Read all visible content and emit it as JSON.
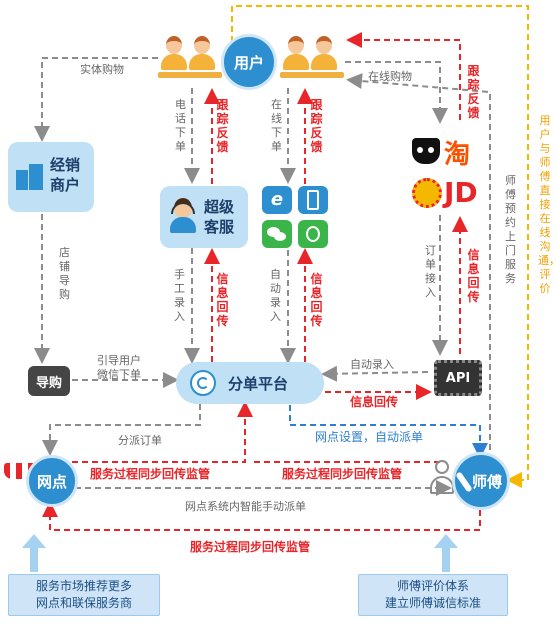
{
  "nodes": {
    "user": "用户",
    "dealer": "经销商户",
    "customer_service": "超级客服",
    "shopping_guide": "导购",
    "platform": "分单平台",
    "api": "API",
    "outlet": "网点",
    "master": "师傅",
    "taobao": "淘",
    "jd": "JD"
  },
  "labels": {
    "offline_shopping": "实体购物",
    "online_shopping": "在线购物",
    "phone_order": "电话下单",
    "online_order": "在线下单",
    "track_feedback_1": "跟踪反馈",
    "track_feedback_2": "跟踪反馈",
    "track_feedback_3": "跟踪反馈",
    "store_guide": "店铺导购",
    "manual_entry": "手工录入",
    "auto_entry_vertical": "自动录入",
    "info_return_1": "信息回传",
    "info_return_2": "信息回传",
    "info_return_3": "信息回传",
    "order_intake": "订单接入",
    "master_booking": "师傅预约上门服务",
    "direct_communication": "用户与师傅直接在线沟通，评价",
    "guide_user_wechat_line1": "引导用户",
    "guide_user_wechat_line2": "微信下单",
    "auto_entry_horizontal": "自动录入",
    "info_return_horizontal": "信息回传",
    "dispatch_order": "分派订单",
    "outlet_settings": "网点设置，自动派单",
    "monitor_1": "服务过程同步回传监管",
    "monitor_2": "服务过程同步回传监管",
    "monitor_3": "服务过程同步回传监管",
    "manual_dispatch": "网点系统内智能手动派单"
  },
  "bottom_boxes": {
    "left_line1": "服务市场推荐更多",
    "left_line2": "网点和联保服务商",
    "right_line1": "师傅评价体系",
    "right_line2": "建立师傅诚信标准"
  },
  "colors": {
    "gray_arrow": "#8c8c8c",
    "red_arrow": "#e8262a",
    "blue_arrow": "#2f7fd0",
    "orange_arrow": "#f5b800",
    "node_blue": "#2d8fd0",
    "box_light_blue": "#bfe0f5"
  }
}
